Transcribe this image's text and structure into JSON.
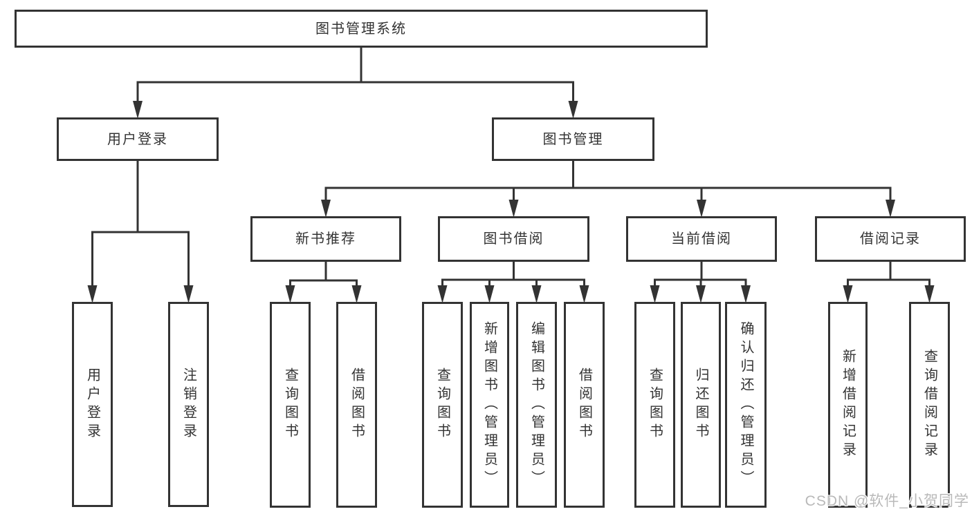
{
  "diagram": {
    "type": "tree",
    "title": "图书管理系统",
    "nodes": [
      {
        "id": "root",
        "label": "图书管理系统"
      },
      {
        "id": "user-login",
        "label": "用户登录"
      },
      {
        "id": "book-management",
        "label": "图书管理"
      },
      {
        "id": "new-book-recommend",
        "label": "新书推荐"
      },
      {
        "id": "book-borrowing",
        "label": "图书借阅"
      },
      {
        "id": "current-borrowing",
        "label": "当前借阅"
      },
      {
        "id": "borrowing-records",
        "label": "借阅记录"
      },
      {
        "id": "leaf-user-login",
        "label": "用户登录"
      },
      {
        "id": "leaf-logout",
        "label": "注销登录"
      },
      {
        "id": "leaf-query-books-1",
        "label": "查询图书"
      },
      {
        "id": "leaf-borrow-books-1",
        "label": "借阅图书"
      },
      {
        "id": "leaf-query-books-2",
        "label": "查询图书"
      },
      {
        "id": "leaf-add-books",
        "label": "新增图书（管理员）"
      },
      {
        "id": "leaf-edit-books",
        "label": "编辑图书（管理员）"
      },
      {
        "id": "leaf-borrow-books-2",
        "label": "借阅图书"
      },
      {
        "id": "leaf-query-books-3",
        "label": "查询图书"
      },
      {
        "id": "leaf-return-books",
        "label": "归还图书"
      },
      {
        "id": "leaf-confirm-return",
        "label": "确认归还（管理员）"
      },
      {
        "id": "leaf-add-borrow-record",
        "label": "新增借阅记录"
      },
      {
        "id": "leaf-query-borrow-record",
        "label": "查询借阅记录"
      }
    ],
    "edges": [
      {
        "from": "root",
        "to": [
          "user-login",
          "book-management"
        ]
      },
      {
        "from": "user-login",
        "to": [
          "leaf-user-login",
          "leaf-logout"
        ]
      },
      {
        "from": "book-management",
        "to": [
          "new-book-recommend",
          "book-borrowing",
          "current-borrowing",
          "borrowing-records"
        ]
      },
      {
        "from": "new-book-recommend",
        "to": [
          "leaf-query-books-1",
          "leaf-borrow-books-1"
        ]
      },
      {
        "from": "book-borrowing",
        "to": [
          "leaf-query-books-2",
          "leaf-add-books",
          "leaf-edit-books",
          "leaf-borrow-books-2"
        ]
      },
      {
        "from": "current-borrowing",
        "to": [
          "leaf-query-books-3",
          "leaf-return-books",
          "leaf-confirm-return"
        ]
      },
      {
        "from": "borrowing-records",
        "to": [
          "leaf-add-borrow-record",
          "leaf-query-borrow-record"
        ]
      }
    ]
  },
  "colors": {
    "line": "#333333",
    "box_border": "#333333",
    "box_fill": "#ffffff",
    "text": "#333333"
  },
  "watermark": {
    "text": "CSDN @软件_小贺同学",
    "color": "#b9b9b9"
  }
}
